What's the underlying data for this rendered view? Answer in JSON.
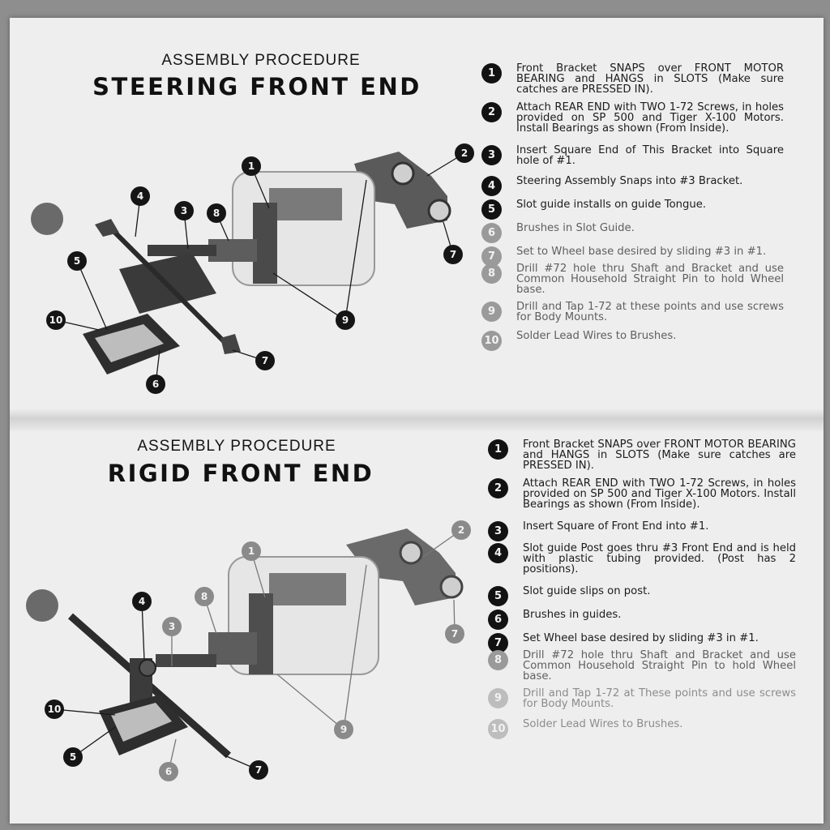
{
  "top": {
    "subtitle": "ASSEMBLY PROCEDURE",
    "title": "STEERING FRONT END",
    "steps": [
      {
        "n": "1",
        "text": "Front Bracket SNAPS over FRONT MOTOR BEARING and HANGS in SLOTS (Make sure catches are PRESSED IN)."
      },
      {
        "n": "2",
        "text": "Attach REAR END with TWO 1-72 Screws, in holes provided on SP 500 and Tiger X-100 Motors. Install Bearings as shown (From Inside)."
      },
      {
        "n": "3",
        "text": "Insert Square End of This Bracket into Square hole of #1."
      },
      {
        "n": "4",
        "text": "Steering Assembly Snaps into #3 Bracket."
      },
      {
        "n": "5",
        "text": "Slot guide installs on guide Tongue."
      },
      {
        "n": "6",
        "text": "Brushes in Slot Guide."
      },
      {
        "n": "7",
        "text": "Set to Wheel base desired by sliding #3 in #1."
      },
      {
        "n": "8",
        "text": "Drill #72 hole thru Shaft and Bracket and use Common Household Straight Pin to hold Wheel base."
      },
      {
        "n": "9",
        "text": "Drill and Tap 1-72 at these points and use screws for Body Mounts."
      },
      {
        "n": "10",
        "text": "Solder Lead Wires to Brushes."
      }
    ],
    "callouts": [
      "1",
      "2",
      "3",
      "4",
      "5",
      "6",
      "7",
      "8",
      "9",
      "10"
    ]
  },
  "bottom": {
    "subtitle": "ASSEMBLY PROCEDURE",
    "title": "RIGID FRONT END",
    "steps": [
      {
        "n": "1",
        "text": "Front Bracket SNAPS over FRONT MOTOR BEARING and HANGS in SLOTS (Make sure catches are PRESSED IN)."
      },
      {
        "n": "2",
        "text": "Attach REAR END with TWO 1-72 Screws, in holes provided on SP 500 and Tiger X-100 Motors. Install Bearings as shown (From Inside)."
      },
      {
        "n": "3",
        "text": "Insert Square of Front End into #1."
      },
      {
        "n": "4",
        "text": "Slot guide Post goes thru #3 Front End and is held with plastic tubing provided. (Post has 2 positions)."
      },
      {
        "n": "5",
        "text": "Slot guide slips on post."
      },
      {
        "n": "6",
        "text": "Brushes in guides."
      },
      {
        "n": "7",
        "text": "Set Wheel base desired by sliding #3 in #1."
      },
      {
        "n": "8",
        "text": "Drill #72 hole thru Shaft and Bracket and use Common Household Straight Pin to hold Wheel base."
      },
      {
        "n": "9",
        "text": "Drill and Tap 1-72 at These points and use screws for Body Mounts."
      },
      {
        "n": "10",
        "text": "Solder Lead Wires to Brushes."
      }
    ],
    "callouts": [
      "1",
      "2",
      "3",
      "4",
      "5",
      "6",
      "7",
      "8",
      "9",
      "10"
    ]
  }
}
